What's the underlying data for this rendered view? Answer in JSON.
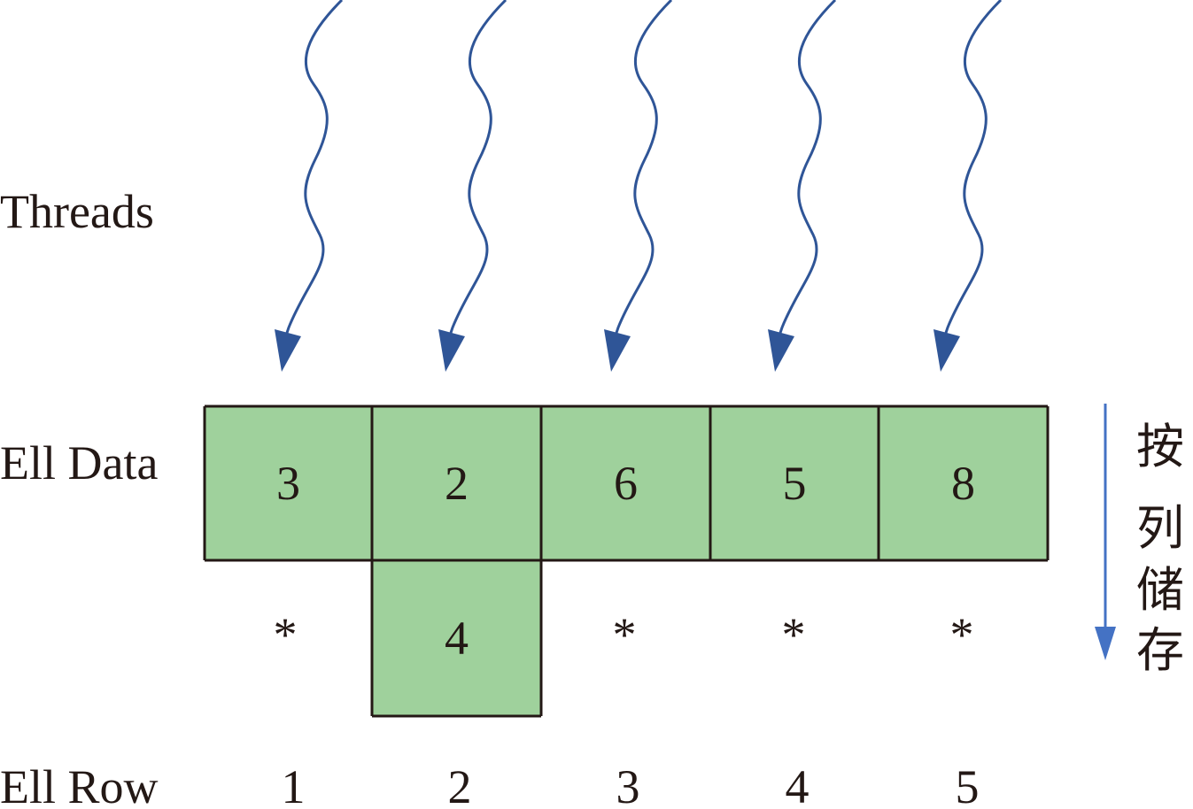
{
  "labels": {
    "threads": "Threads",
    "ell_data": "Ell Data",
    "ell_row": "Ell Row"
  },
  "ell_data_row1": [
    "3",
    "2",
    "6",
    "5",
    "8"
  ],
  "ell_data_row2": [
    "*",
    "4",
    "*",
    "*",
    "*"
  ],
  "ell_row_numbers": [
    "1",
    "2",
    "3",
    "4",
    "5"
  ],
  "storage_note": [
    "按",
    "列",
    "储",
    "存"
  ],
  "colors": {
    "cell_fill": "#9fd19c",
    "arrow": "#2f5597",
    "storage_arrow": "#4472c4",
    "text": "#231815"
  },
  "icons": {
    "thread": "wavy-arrow-icon",
    "storage_direction": "arrow-down-icon"
  }
}
